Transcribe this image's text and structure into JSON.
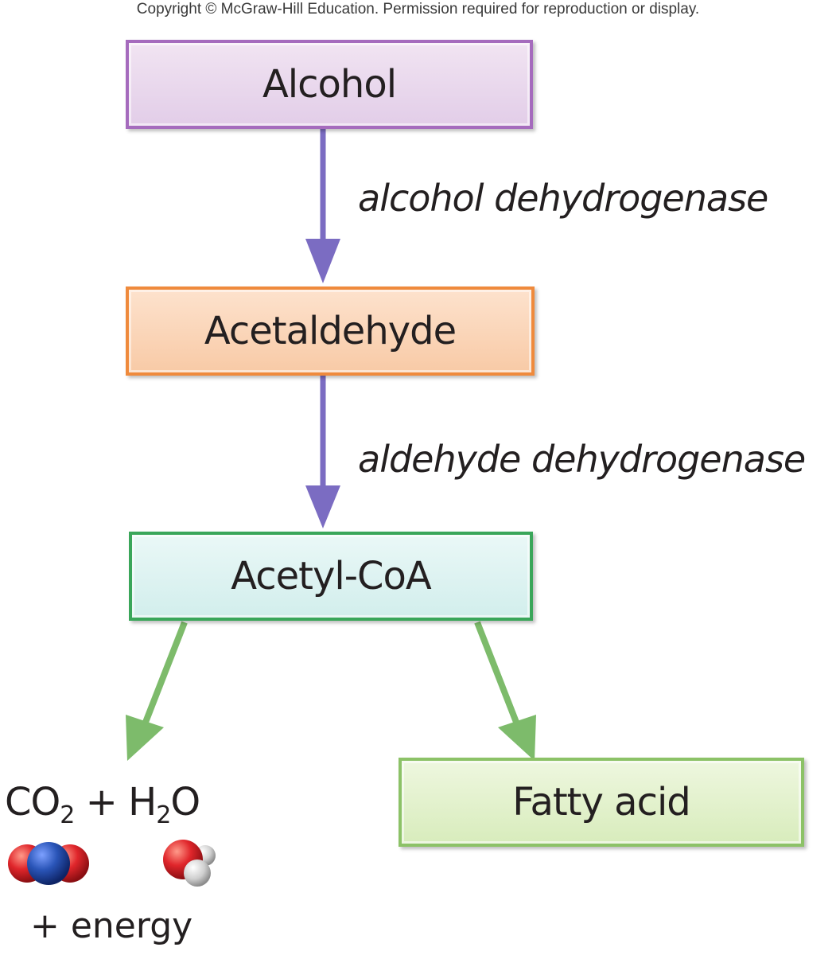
{
  "copyright": "Copyright © McGraw-Hill Education. Permission required for reproduction or display.",
  "nodes": {
    "alcohol": "Alcohol",
    "acetaldehyde": "Acetaldehyde",
    "acetyl_coa": "Acetyl-CoA",
    "fatty_acid": "Fatty acid"
  },
  "enzymes": {
    "step1": "alcohol dehydrogenase",
    "step2": "aldehyde dehydrogenase"
  },
  "products": {
    "co2_main": "CO",
    "co2_sub": "2",
    "plus": "+",
    "h2o_h": "H",
    "h2o_sub": "2",
    "h2o_o": "O",
    "energy": "+ energy"
  },
  "colors": {
    "purple_arrow": "#7b6cc2",
    "green_arrow": "#7dbb6b",
    "oxygen": "#e0262b",
    "carbon": "#2a55b8",
    "hydrogen": "#d8d8d8"
  }
}
